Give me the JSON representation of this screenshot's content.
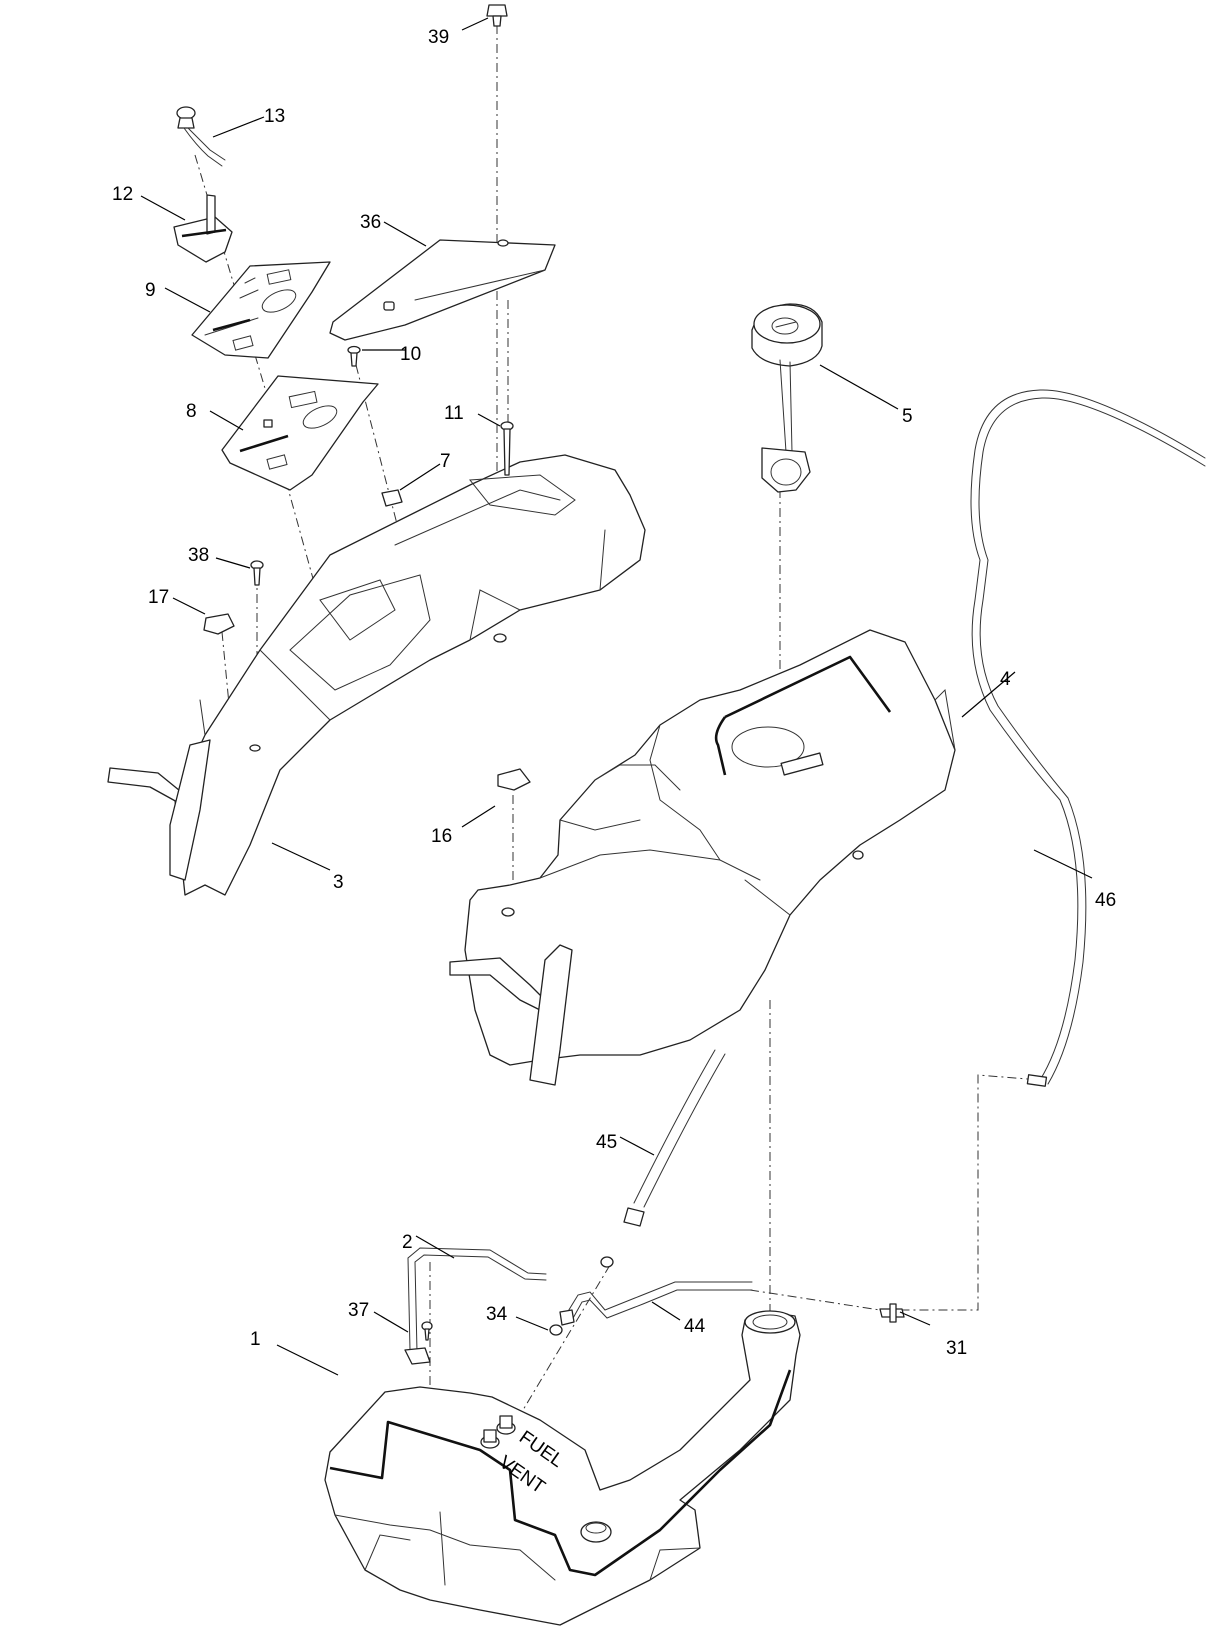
{
  "callouts": [
    {
      "id": "c39",
      "label": "39"
    },
    {
      "id": "c13",
      "label": "13"
    },
    {
      "id": "c12",
      "label": "12"
    },
    {
      "id": "c36",
      "label": "36"
    },
    {
      "id": "c9",
      "label": "9"
    },
    {
      "id": "c10",
      "label": "10"
    },
    {
      "id": "c8",
      "label": "8"
    },
    {
      "id": "c11",
      "label": "11"
    },
    {
      "id": "c7",
      "label": "7"
    },
    {
      "id": "c38",
      "label": "38"
    },
    {
      "id": "c17",
      "label": "17"
    },
    {
      "id": "c3",
      "label": "3"
    },
    {
      "id": "c5",
      "label": "5"
    },
    {
      "id": "c4",
      "label": "4"
    },
    {
      "id": "c16",
      "label": "16"
    },
    {
      "id": "c46",
      "label": "46"
    },
    {
      "id": "c45",
      "label": "45"
    },
    {
      "id": "c2",
      "label": "2"
    },
    {
      "id": "c37",
      "label": "37"
    },
    {
      "id": "c34",
      "label": "34"
    },
    {
      "id": "c44",
      "label": "44"
    },
    {
      "id": "c1",
      "label": "1"
    },
    {
      "id": "c31",
      "label": "31"
    }
  ],
  "tank_markings": {
    "vent": "VENT",
    "fuel": "FUEL"
  }
}
